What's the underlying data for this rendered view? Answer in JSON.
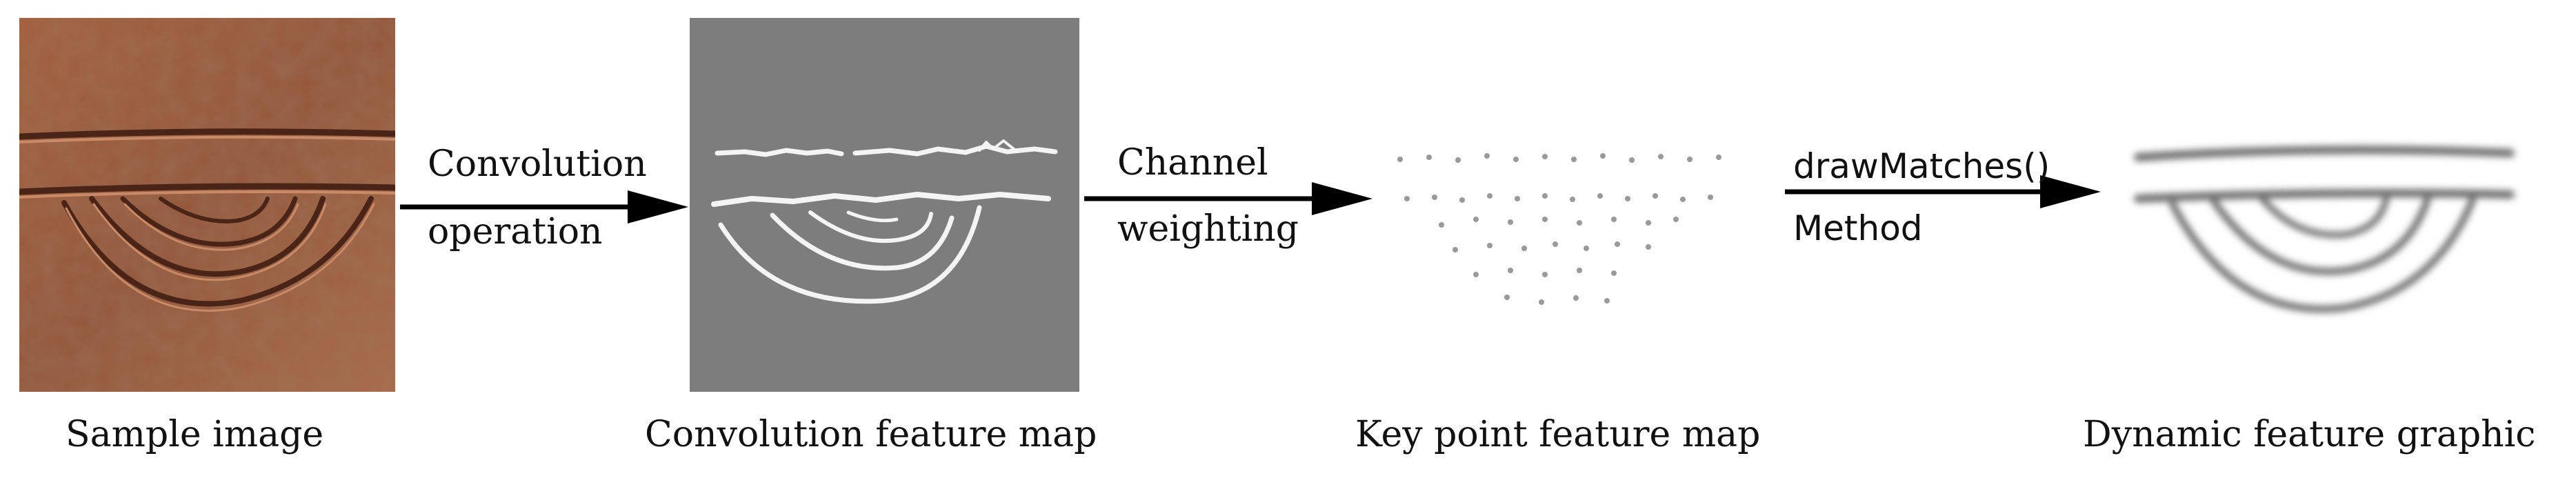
{
  "panels": {
    "sample": {
      "caption": "Sample image"
    },
    "conv": {
      "caption": "Convolution feature map"
    },
    "keypoint": {
      "caption": "Key point feature map"
    },
    "dynamic": {
      "caption": "Dynamic feature graphic"
    }
  },
  "arrows": {
    "a1": {
      "top": "Convolution",
      "bottom": "operation"
    },
    "a2": {
      "top": "Channel",
      "bottom": "weighting"
    },
    "a3": {
      "top": "drawMatches()",
      "bottom": "Method"
    }
  },
  "colors": {
    "stone": "#9a5a3c",
    "conv_bg": "#7d7d7d",
    "arrow": "#000000"
  }
}
